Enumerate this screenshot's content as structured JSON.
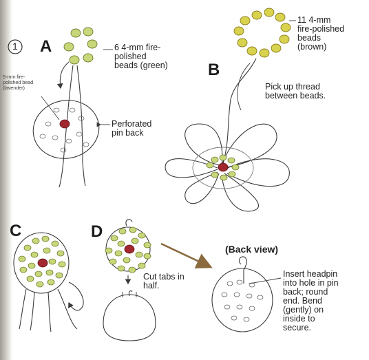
{
  "step_number": "1",
  "panel_letters": {
    "a": "A",
    "b": "B",
    "c": "C",
    "d": "D"
  },
  "labels": {
    "a_beads": "6 4-mm fire-\npolished\nbeads (green)",
    "a_center_bead": "5-mm fire-\npolished bead\n(lavender)",
    "a_pin_back": "Perforated\npin back",
    "b_beads": "11 4-mm\nfire-polished\nbeads\n(brown)",
    "b_instruction": "Pick up thread\nbetween beads.",
    "d_cut": "Cut tabs in\nhalf.",
    "back_view_heading": "(Back view)",
    "back_view_instruction": "Insert headpin\ninto hole in pin\nback; round\nend. Bend\n(gently) on\ninside to\nsecure."
  },
  "colors": {
    "green_bead": "#c8d77a",
    "brown_bead": "#d8d24e",
    "center_bead": "#a0282e",
    "arrow": "#8a6a3e",
    "line": "#3a3a3a"
  }
}
